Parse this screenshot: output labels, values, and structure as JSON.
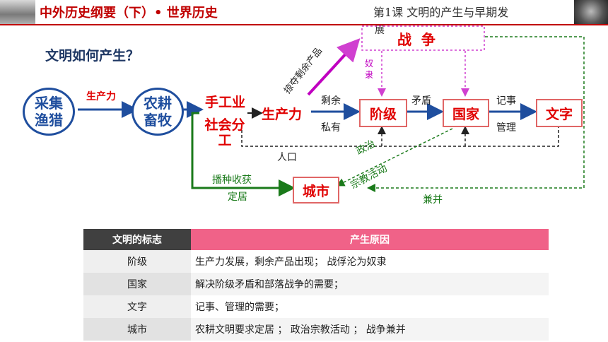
{
  "header": {
    "title": "中外历史纲要（下）• 世界历史",
    "lesson_line1": "第1课  文明的产生与早期发",
    "lesson_line2": "展"
  },
  "question": "文明如何产生？",
  "diagram": {
    "hunting": "采集\n渔猎",
    "farming": "农耕\n畜牧",
    "productivity_label": "生产力",
    "handicraft": "手工业",
    "social_division": "社会分\n工",
    "productivity": "生产力",
    "plunder_label": "掠夺剩余产品",
    "war": "战  争",
    "slave": "奴\n隶",
    "surplus": "剩余",
    "private": "私有",
    "class": "阶级",
    "conflict": "矛盾",
    "state": "国家",
    "record": "记事",
    "manage": "管理",
    "writing": "文字",
    "population": "人口",
    "sowing": "播种收获",
    "settle": "定居",
    "city": "城市",
    "politics": "政治",
    "religion": "宗教活动",
    "annex": "兼并"
  },
  "table": {
    "headers": [
      "文明的标志",
      "产生原因"
    ],
    "rows": [
      [
        "阶级",
        "生产力发展，剩余产品出现；  战俘沦为奴隶"
      ],
      [
        "国家",
        "解决阶级矛盾和部落战争的需要；"
      ],
      [
        "文字",
        "记事、管理的需要；"
      ],
      [
        "城市",
        "农耕文明要求定居 ；  政治宗教活动 ；  战争兼并"
      ]
    ]
  },
  "colors": {
    "accent_red": "#c00000",
    "circle_blue": "#1f4e9e",
    "table_header_pink": "#f06288"
  }
}
